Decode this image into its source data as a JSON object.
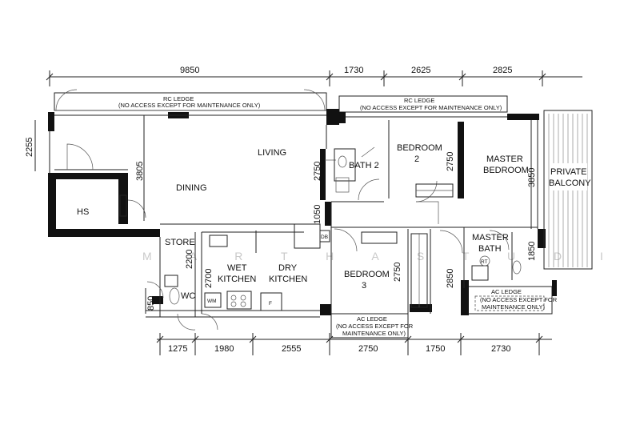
{
  "watermark": "M A R T H A   S T U D I O",
  "top_dimensions": [
    "9850",
    "1730",
    "2625",
    "2825"
  ],
  "bottom_dimensions": [
    "1275",
    "1980",
    "2555",
    "2750",
    "1750",
    "2730"
  ],
  "inner_dimensions": {
    "dim_2255": "2255",
    "dim_3805": "3805",
    "dim_2750_bath2": "2750",
    "dim_2750_bed2": "2750",
    "dim_3850": "3850",
    "dim_1050": "1050",
    "dim_2200": "2200",
    "dim_2700": "2700",
    "dim_2750_bed3": "2750",
    "dim_2850": "2850",
    "dim_1850": "1850",
    "dim_850": "850"
  },
  "rooms": {
    "hs": "HS",
    "dining": "DINING",
    "living": "LIVING",
    "bath2": "BATH 2",
    "bedroom2_line1": "BEDROOM",
    "bedroom2_line2": "2",
    "master_bedroom_line1": "MASTER",
    "master_bedroom_line2": "BEDROOM",
    "private_balcony_line1": "PRIVATE",
    "private_balcony_line2": "BALCONY",
    "store": "STORE",
    "wet_kitchen_line1": "WET",
    "wet_kitchen_line2": "KITCHEN",
    "dry_kitchen_line1": "DRY",
    "dry_kitchen_line2": "KITCHEN",
    "bedroom3_line1": "BEDROOM",
    "bedroom3_line2": "3",
    "master_bath_line1": "MASTER",
    "master_bath_line2": "BATH",
    "wc": "WC"
  },
  "ledges": {
    "rc_line1": "RC LEDGE",
    "rc_line2": "(NO ACCESS EXCEPT FOR MAINTENANCE ONLY)",
    "rc2_line1": "RC LEDGE",
    "rc2_line2": "(NO ACCESS EXCEPT FOR MAINTENANCE ONLY)",
    "ac_bottom_line1": "AC LEDGE",
    "ac_bottom_line2": "(NO ACCESS EXCEPT FOR",
    "ac_bottom_line3": "MAINTENANCE ONLY)",
    "ac_right_line1": "AC LEDGE",
    "ac_right_line2": "(NO ACCESS EXCEPT FOR",
    "ac_right_line3": "MAINTENANCE ONLY)"
  },
  "fixtures": {
    "wm": "WM",
    "db": "DB",
    "fridge": "F",
    "rt": "RT"
  }
}
